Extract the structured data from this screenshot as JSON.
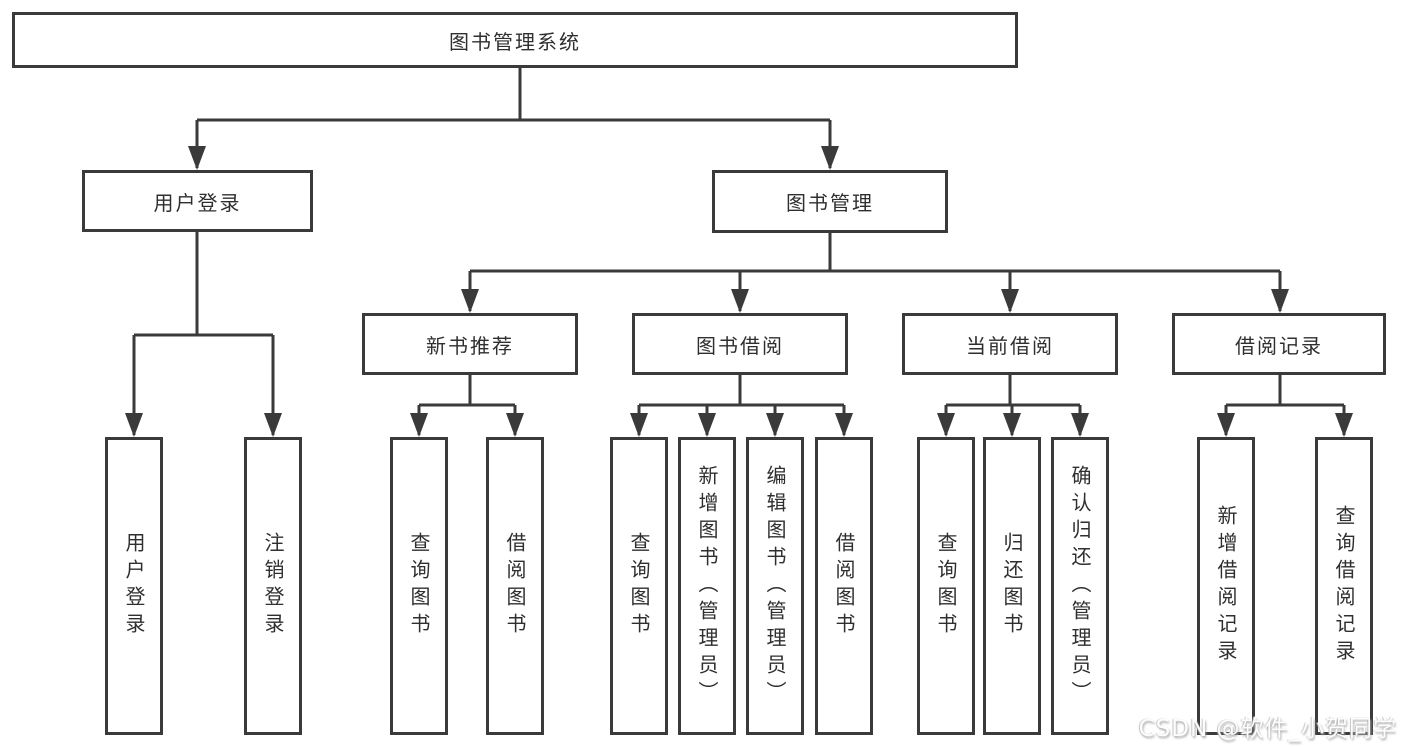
{
  "diagram_title": "图书管理系统",
  "nodes": {
    "root": {
      "label": "图书管理系统"
    },
    "user_login": {
      "label": "用户登录"
    },
    "book_management": {
      "label": "图书管理"
    },
    "new_book_recommend": {
      "label": "新书推荐"
    },
    "book_borrow": {
      "label": "图书借阅"
    },
    "current_borrow": {
      "label": "当前借阅"
    },
    "borrow_record": {
      "label": "借阅记录"
    },
    "leaf_user_login": {
      "label": "用户登录"
    },
    "leaf_logout": {
      "label": "注销登录"
    },
    "leaf_rec_query_book": {
      "label": "查询图书"
    },
    "leaf_rec_borrow_book": {
      "label": "借阅图书"
    },
    "leaf_bb_query_book": {
      "label": "查询图书"
    },
    "leaf_bb_add_book": {
      "label": "新增图书（管理员）"
    },
    "leaf_bb_edit_book": {
      "label": "编辑图书（管理员）"
    },
    "leaf_bb_borrow_book": {
      "label": "借阅图书"
    },
    "leaf_cb_query_book": {
      "label": "查询图书"
    },
    "leaf_cb_return_book": {
      "label": "归还图书"
    },
    "leaf_cb_confirm_return": {
      "label": "确认归还（管理员）"
    },
    "leaf_br_add_record": {
      "label": "新增借阅记录"
    },
    "leaf_br_query_record": {
      "label": "查询借阅记录"
    }
  },
  "watermark": {
    "text": "CSDN @软件_小贺同学"
  },
  "colors": {
    "line": "#3a3a3a",
    "text": "#2f2f2f",
    "background": "#ffffff",
    "watermark_text": "#fdfdfd"
  }
}
